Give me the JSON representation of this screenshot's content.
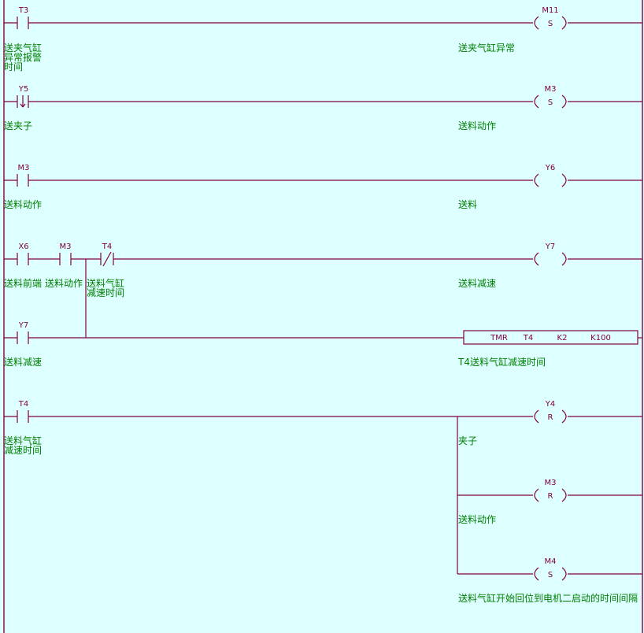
{
  "rungs": [
    {
      "contacts": [
        {
          "device": "T3",
          "type": "NO",
          "comment": [
            "送夹气缸",
            "异常报警",
            "时间"
          ]
        }
      ],
      "outputs": [
        {
          "device": "M11",
          "op": "S",
          "comment": "送夹气缸异常"
        }
      ]
    },
    {
      "contacts": [
        {
          "device": "Y5",
          "type": "falling-edge",
          "comment": [
            "送夹子"
          ]
        }
      ],
      "outputs": [
        {
          "device": "M3",
          "op": "S",
          "comment": "送料动作"
        }
      ]
    },
    {
      "contacts": [
        {
          "device": "M3",
          "type": "NO",
          "comment": [
            "送料动作"
          ]
        }
      ],
      "outputs": [
        {
          "device": "Y6",
          "op": "",
          "comment": "送料"
        }
      ]
    },
    {
      "contacts": [
        {
          "device": "X6",
          "type": "NO",
          "comment": [
            "送料前端"
          ]
        },
        {
          "device": "M3",
          "type": "NO",
          "comment": [
            "送料动作"
          ]
        },
        {
          "device": "T4",
          "type": "NC",
          "comment": [
            "送料气缸",
            "减速时间"
          ]
        }
      ],
      "outputs": [
        {
          "device": "Y7",
          "op": "",
          "comment": "送料减速"
        }
      ]
    },
    {
      "contacts": [
        {
          "device": "Y7",
          "type": "NO",
          "comment": [
            "送料减速"
          ]
        }
      ],
      "instruction": {
        "name": "TMR",
        "args": [
          "T4",
          "K2",
          "K100"
        ],
        "comment": "T4送料气缸减速时间"
      }
    },
    {
      "contacts": [
        {
          "device": "T4",
          "type": "NO",
          "comment": [
            "送料气缸",
            "减速时间"
          ]
        }
      ],
      "outputs": [
        {
          "device": "Y4",
          "op": "R",
          "comment": "夹子"
        },
        {
          "device": "M3",
          "op": "R",
          "comment": "送料动作"
        },
        {
          "device": "M4",
          "op": "S",
          "comment": "送料气缸开始回位到电机二启动的时间间隔"
        }
      ]
    }
  ]
}
